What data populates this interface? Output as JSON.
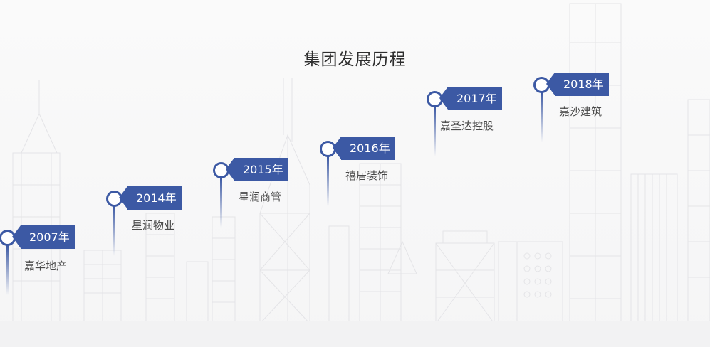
{
  "title": "集团发展历程",
  "accent_color": "#3c59a4",
  "milestones": [
    {
      "year": "2007年",
      "company": "嘉华地产"
    },
    {
      "year": "2014年",
      "company": "星润物业"
    },
    {
      "year": "2015年",
      "company": "星润商管"
    },
    {
      "year": "2016年",
      "company": "禧居装饰"
    },
    {
      "year": "2017年",
      "company": "嘉圣达控股"
    },
    {
      "year": "2018年",
      "company": "嘉沙建筑"
    }
  ]
}
